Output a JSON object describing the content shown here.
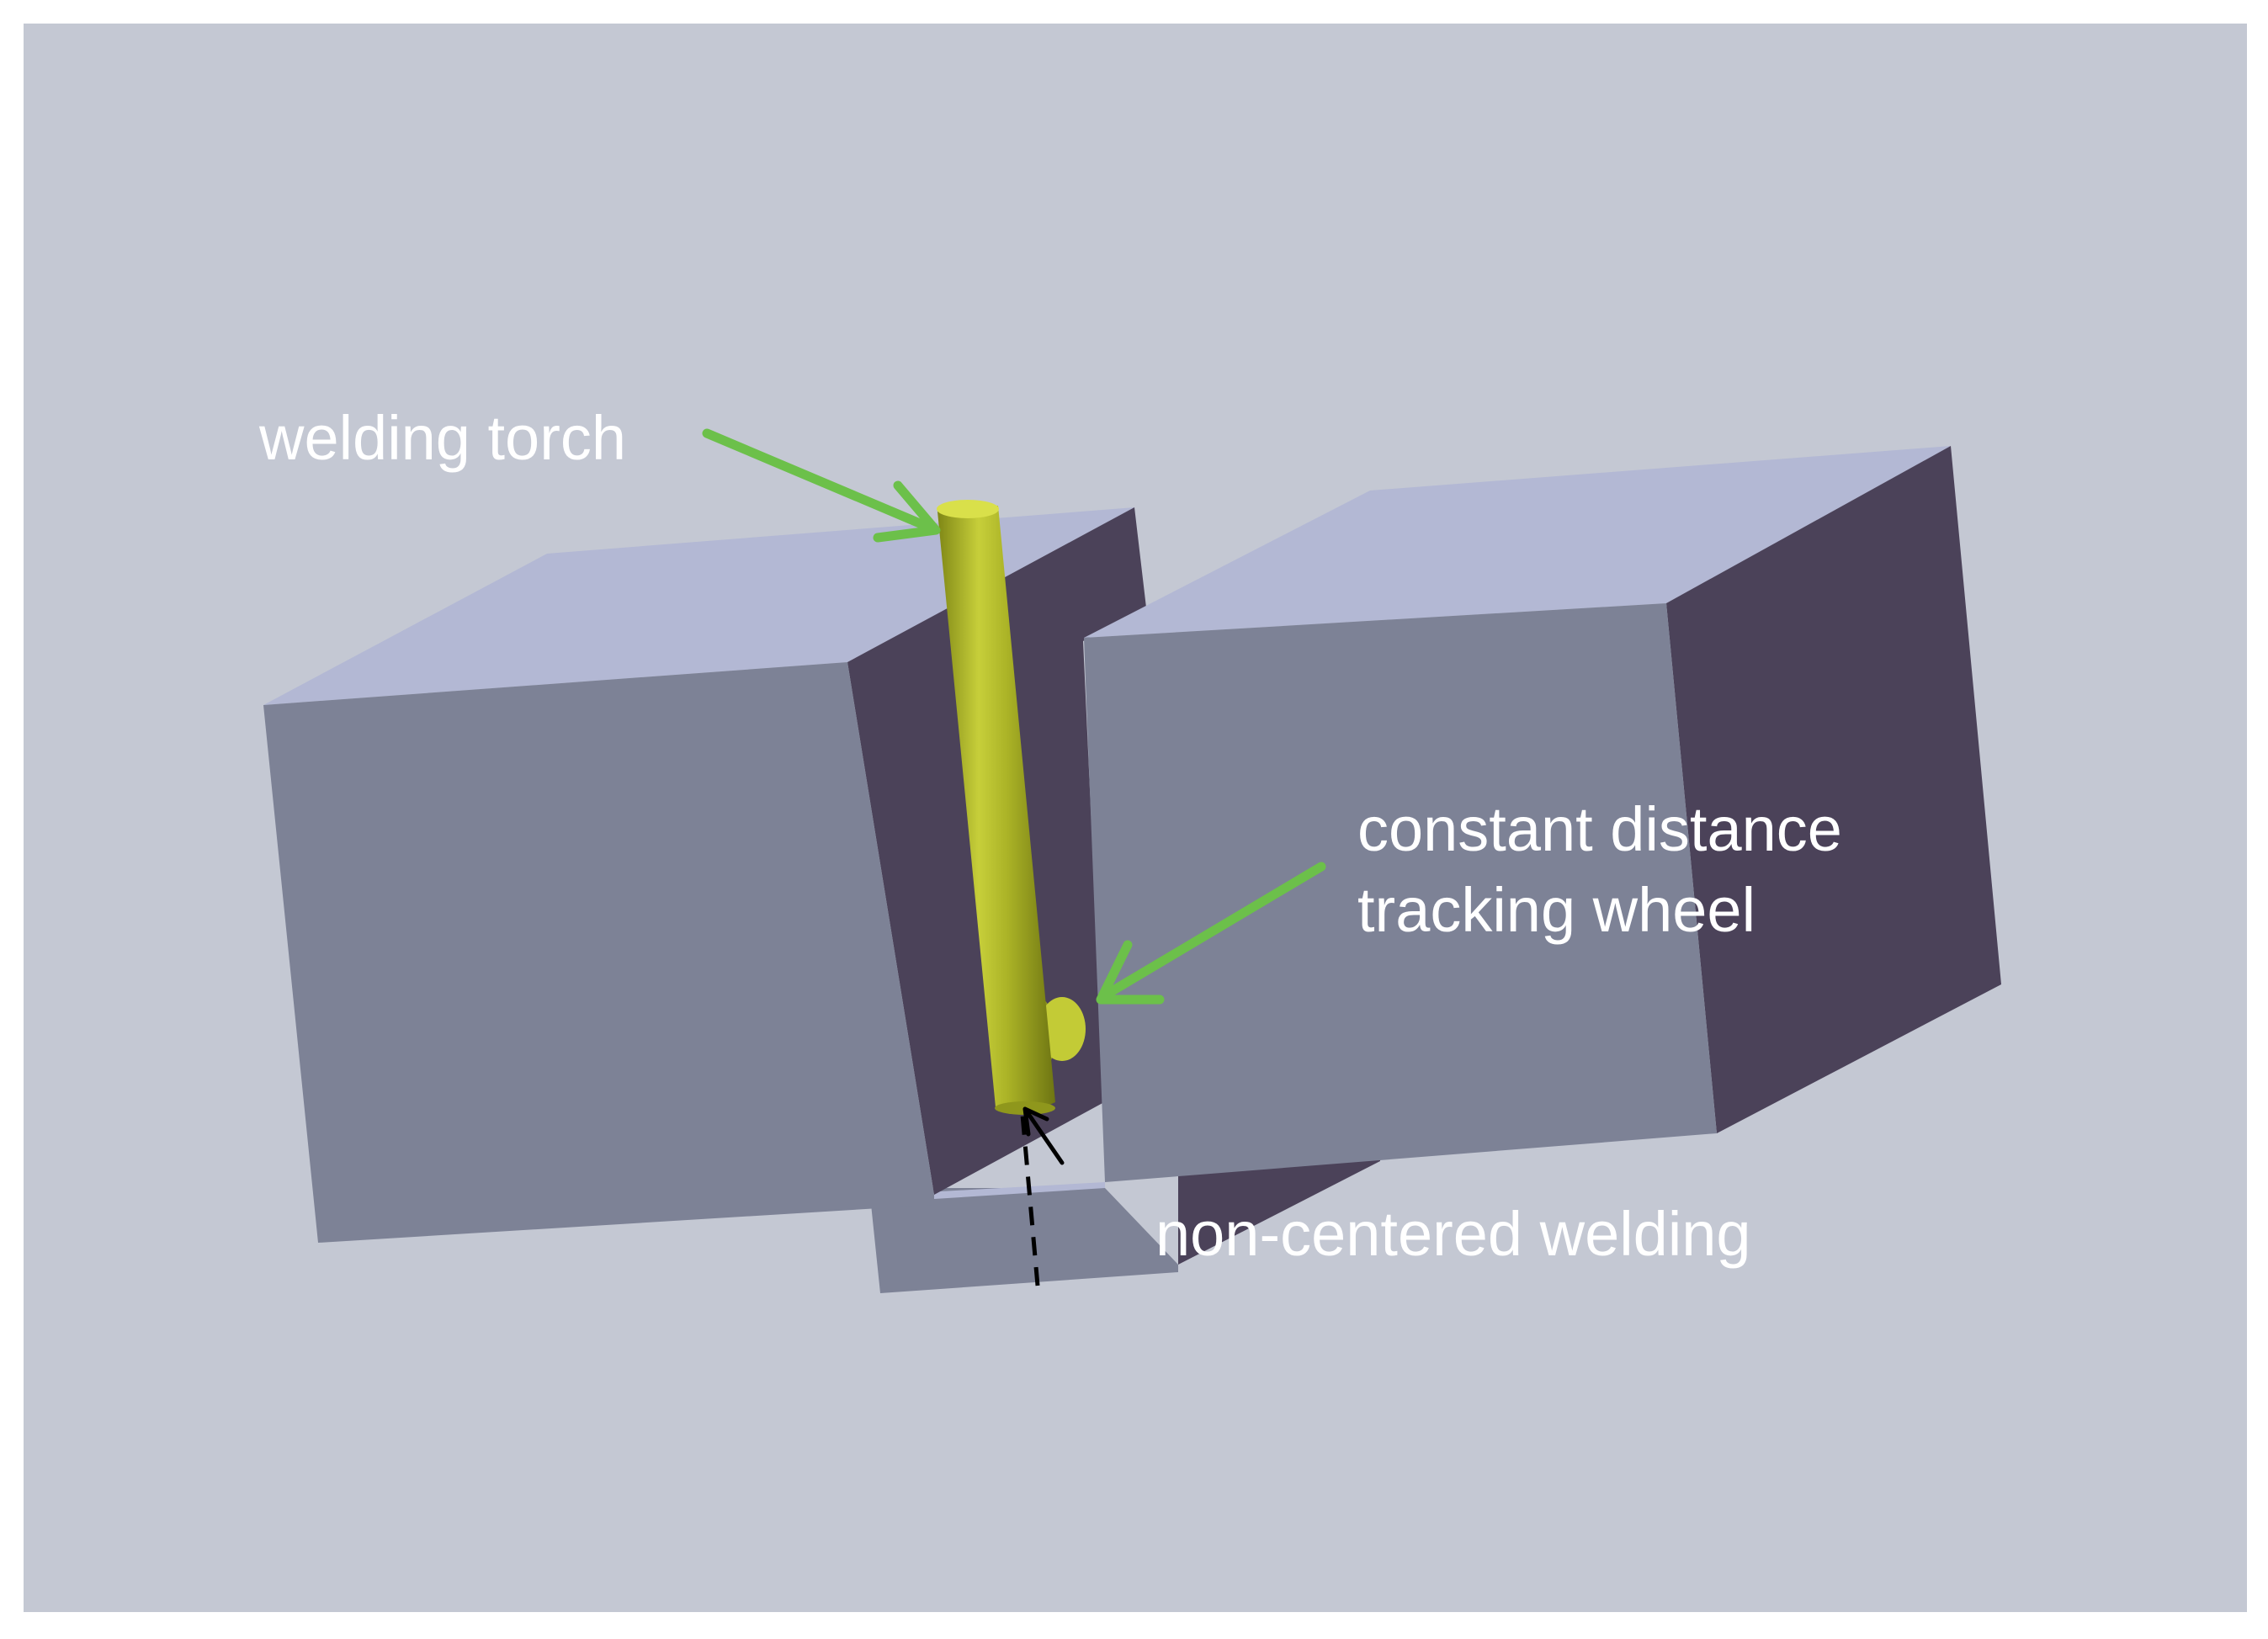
{
  "labels": {
    "torch": "welding torch",
    "wheel_line1": "constant distance",
    "wheel_line2": "tracking wheel",
    "offset": "non-centered welding"
  },
  "colors": {
    "background": "#c4c8d3",
    "block_top": "#b3b8d4",
    "block_front": "#7d8296",
    "block_side": "#4b4259",
    "torch": "#b4bc2c",
    "arrow": "#6cc04a",
    "label_text": "#ffffff",
    "offset_line": "#000000"
  },
  "icons": {
    "arrows": "green-arrow",
    "offset_marker": "black-arrow"
  }
}
